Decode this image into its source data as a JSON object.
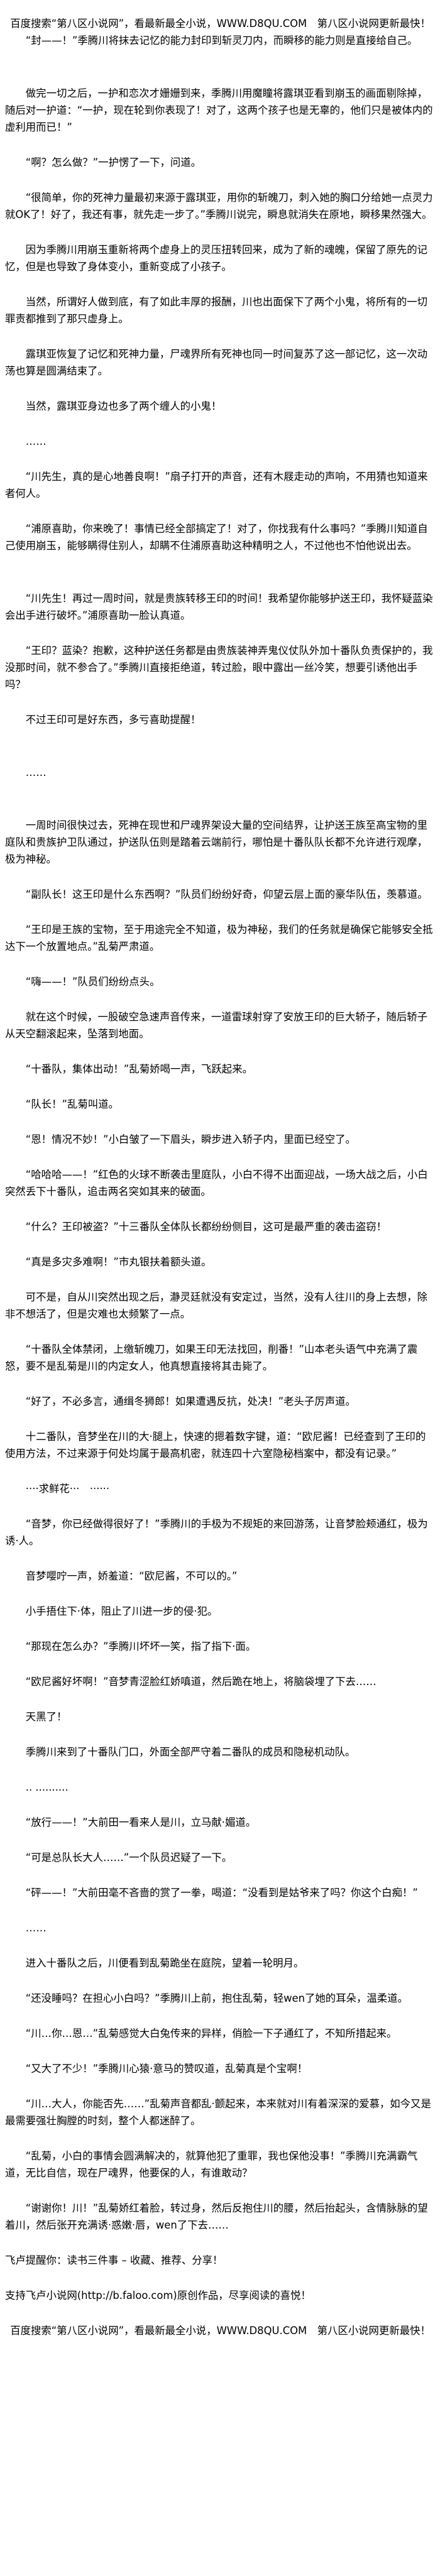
{
  "site_banner_top": "百度搜索“第八区小说网”，看最新最全小说，WWW.D8QU.COM　第八区小说网更新最快！",
  "paragraphs": [
    {
      "text": "“封——！”季腾川将抹去记忆的能力封印到斩灵刀内，而瞬移的能力则是直接给自己。",
      "style": "bigafter"
    },
    {
      "text": "做完一切之后，一护和恋次才姗姗到来，季腾川用魔瞳将露琪亚看到崩玉的画面剔除掉，随后对一护道：“一护，现在轮到你表现了！对了，这两个孩子也是无辜的，他们只是被体内的虚利用而已！”"
    },
    {
      "text": "“啊？怎么做？”一护愣了一下，问道。"
    },
    {
      "text": "“很简单，你的死神力量最初来源于露琪亚，用你的斩魄刀，刺入她的胸口分给她一点灵力就OK了！好了，我还有事，就先走一步了。”季腾川说完，瞬息就消失在原地，瞬移果然强大。"
    },
    {
      "text": "因为季腾川用崩玉重新将两个虚身上的灵压扭转回来，成为了新的魂魄，保留了原先的记忆，但是也导致了身体变小，重新变成了小孩子。"
    },
    {
      "text": "当然，所谓好人做到底，有了如此丰厚的报酬，川也出面保下了两个小鬼，将所有的一切罪责都推到了那只虚身上。"
    },
    {
      "text": "露琪亚恢复了记忆和死神力量，尸魂界所有死神也同一时间复苏了这一部记忆，这一次动荡也算是圆满结束了。"
    },
    {
      "text": "当然，露琪亚身边也多了两个缠人的小鬼！"
    },
    {
      "text": "……"
    },
    {
      "text": "“川先生，真的是心地善良啊！”扇子打开的声音，还有木屐走动的声响，不用猜也知道来者何人。"
    },
    {
      "text": "“浦原喜助，你来晚了！事情已经全部搞定了！对了，你找我有什么事吗？”季腾川知道自己使用崩玉，能够瞒得住别人，却瞒不住浦原喜助这种精明之人，不过他也不怕他说出去。",
      "style": "bigafter"
    },
    {
      "text": "“川先生！再过一周时间，就是贵族转移王印的时间！我希望你能够护送王印，我怀疑蓝染会出手进行破坏。”浦原喜助一脸认真道。"
    },
    {
      "text": "“王印？蓝染？抱歉，这种护送任务都是由贵族装神弄鬼仪仗队外加十番队负责保护的，我没那时间，就不参合了。”季腾川直接拒绝道，转过脸，眼中露出一丝冷笑，想要引诱他出手吗？"
    },
    {
      "text": "不过王印可是好东西，多亏喜助提醒！",
      "style": "bigafter"
    },
    {
      "text": "……",
      "style": "bigafter"
    },
    {
      "text": "一周时间很快过去，死神在现世和尸魂界架设大量的空间结界，让护送王族至高宝物的里庭队和贵族护卫队通过，护送队伍则是踏着云端前行，哪怕是十番队队长都不允许进行观摩，极为神秘。"
    },
    {
      "text": "“副队长！这王印是什么东西啊？”队员们纷纷好奇，仰望云层上面的豪华队伍，羡慕道。"
    },
    {
      "text": "“王印是王族的宝物，至于用途完全不知道，极为神秘，我们的任务就是确保它能够安全抵达下一个放置地点。”乱菊严肃道。"
    },
    {
      "text": "“嗨——！”队员们纷纷点头。"
    },
    {
      "text": "就在这个时候，一股破空急速声音传来，一道雷球射穿了安放王印的巨大轿子，随后轿子从天空翻滚起来，坠落到地面。"
    },
    {
      "text": "“十番队，集体出动！”乱菊娇喝一声，飞跃起来。"
    },
    {
      "text": "“队长！”乱菊叫道。"
    },
    {
      "text": "“恩！情况不妙！”小白皱了一下眉头，瞬步进入轿子内，里面已经空了。"
    },
    {
      "text": "“哈哈哈——！”红色的火球不断袭击里庭队，小白不得不出面迎战，一场大战之后，小白突然丢下十番队，追击两名突如其来的破面。"
    },
    {
      "text": "“什么？王印被盗？”十三番队全体队长都纷纷侧目，这可是最严重的袭击盗窃！"
    },
    {
      "text": "“真是多灾多难啊！”市丸银扶着额头道。"
    },
    {
      "text": "可不是，自从川突然出现之后，瀞灵廷就没有安定过，当然，没有人往川的身上去想，除非不想活了，但是灾难也太频繁了一点。"
    },
    {
      "text": "“十番队全体禁闭，上缴斩魄刀，如果王印无法找回，削番！”山本老头语气中充满了震怒，要不是乱菊是川的内定女人，他真想直接将其击毙了。"
    },
    {
      "text": "“好了，不必多言，通缉冬狮郎！如果遭遇反抗，处决！”老头子厉声道。"
    },
    {
      "text": "十二番队，音梦坐在川的大·腿上，快速的摁着数字键，道：“欧尼酱！已经查到了王印的使用方法，不过来源于何处均属于最高机密，就连四十六室隐秘档案中，都没有记录。”"
    },
    {
      "text": "····求鲜花···　······"
    },
    {
      "text": "“音梦，你已经做得很好了！”季腾川的手极为不规矩的来回游荡，让音梦脸颊通红，极为诱·人。"
    },
    {
      "text": "音梦嘤咛一声，娇羞道：“欧尼酱，不可以的。”"
    },
    {
      "text": "小手捂住下·体，阻止了川进一步的侵·犯。"
    },
    {
      "text": "“那现在怎么办？”季腾川坏坏一笑，指了指下·面。"
    },
    {
      "text": "“欧尼酱好坏啊！”音梦青涩脸红娇嗔道，然后跪在地上，将脑袋埋了下去……"
    },
    {
      "text": "天黑了！"
    },
    {
      "text": "季腾川来到了十番队门口，外面全部严守着二番队的成员和隐秘机动队。"
    },
    {
      "text": "..  .........."
    },
    {
      "text": "“放行——！”大前田一看来人是川，立马献·媚道。"
    },
    {
      "text": "“可是总队长大人……”一个队员迟疑了一下。"
    },
    {
      "text": "“砰——！”大前田毫不吝啬的赏了一拳，喝道：“没看到是姑爷来了吗？你这个白痴！”"
    },
    {
      "text": "……"
    },
    {
      "text": "进入十番队之后，川便看到乱菊跪坐在庭院，望着一轮明月。"
    },
    {
      "text": "“还没睡吗？在担心小白吗？”季腾川上前，抱住乱菊，轻wen了她的耳朵，温柔道。"
    },
    {
      "text": "“川…你…恩…”乱菊感觉大白兔传来的异样，俏脸一下子通红了，不知所措起来。"
    },
    {
      "text": "“又大了不少！”季腾川心猿·意马的赞叹道，乱菊真是个宝啊！"
    },
    {
      "text": "“川…大人，你能否先……”乱菊声音都乱·颤起来，本来就对川有着深深的爱慕，如今又是最需要强壮胸膛的时刻，整个人都迷醉了。"
    },
    {
      "text": "“乱菊，小白的事情会圆满解决的，就算他犯了重罪，我也保他没事！”季腾川充满霸气道，无比自信，现在尸魂界，他要保的人，有谁敢动？"
    },
    {
      "text": "“谢谢你！川！”乱菊娇红着脸，转过身，然后反抱住川的腰，然后抬起头，含情脉脉的望着川，然后张开充满诱·惑嫩·唇，wen了下去……"
    },
    {
      "text": "飞卢提醒你：读书三件事 – 收藏、推荐、分享！",
      "style": "noindent"
    },
    {
      "text": "支持飞卢小说网(http://b.faloo.com)原创作品，尽享阅读的喜悦！",
      "style": "noindent"
    }
  ],
  "site_banner_bottom": "百度搜索“第八区小说网”，看最新最全小说，WWW.D8QU.COM　第八区小说网更新最快！"
}
